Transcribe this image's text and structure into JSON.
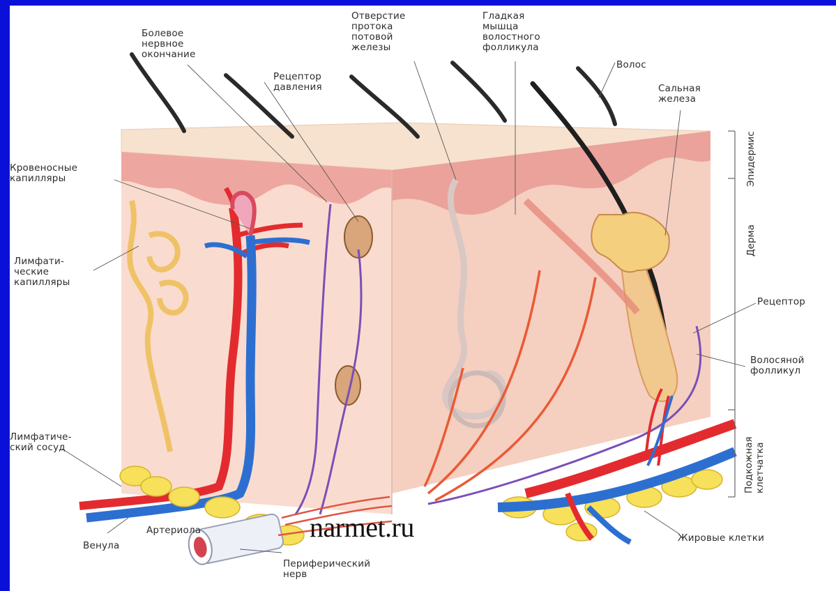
{
  "labels": {
    "pain_nerve_ending": "Болевое\nнервное\nокончание",
    "sweat_duct_opening": "Отверстие\nпротока\nпотовой\nжелезы",
    "smooth_muscle": "Гладкая\nмышца\nволостного\nфолликула",
    "hair": "Волос",
    "sebaceous_gland": "Сальная\nжелеза",
    "pressure_receptor": "Рецептор\nдавления",
    "blood_capillaries": "Кровеносные\nкапилляры",
    "lymph_capillaries": "Лимфати-\nческие\nкапилляры",
    "receptor": "Рецептор",
    "hair_follicle": "Волосяной\nфолликул",
    "lymph_vessel": "Лимфатиче-\nский сосуд",
    "arteriole": "Артериола",
    "venule": "Венула",
    "peripheral_nerve": "Периферический\nнерв",
    "fat_cells": "Жировые клетки"
  },
  "layers": {
    "epidermis": "Эпидермис",
    "dermis": "Дерма",
    "subcutaneous": "Подкожная\nклетчатка"
  },
  "watermark": "narmet.ru",
  "colors": {
    "frame": "#0a10d8",
    "artery": "#e3262c",
    "vein": "#2f6fd0",
    "lymph": "#f2c46a",
    "nerve": "#7a4fb8",
    "dermis": "#f7d2c3",
    "epidermis": "#f0b3aa",
    "fat": "#f7e15a"
  }
}
